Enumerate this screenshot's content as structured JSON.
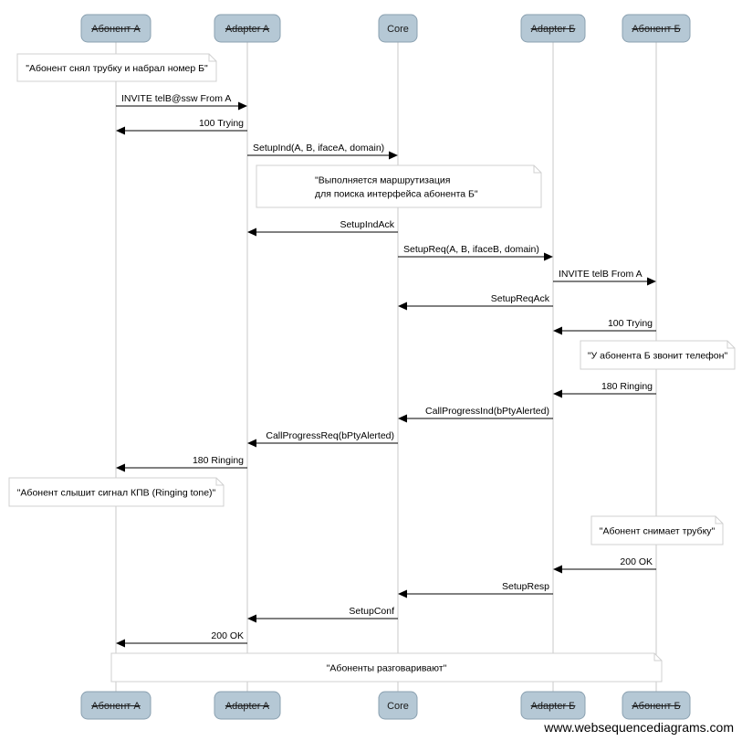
{
  "participants": [
    {
      "id": "abA",
      "label": "Абонент А",
      "strikethrough": true
    },
    {
      "id": "adA",
      "label": "Adapter A",
      "strikethrough": true
    },
    {
      "id": "core",
      "label": "Core",
      "strikethrough": false
    },
    {
      "id": "adB",
      "label": "Adapter Б",
      "strikethrough": true
    },
    {
      "id": "abB",
      "label": "Абонент Б",
      "strikethrough": true
    }
  ],
  "events": [
    {
      "kind": "note",
      "over": [
        "abA"
      ],
      "lines": [
        "\"Абонент снял трубку и набрал номер Б\""
      ]
    },
    {
      "kind": "message",
      "from": "abA",
      "to": "adA",
      "label": "INVITE telB@ssw From A"
    },
    {
      "kind": "message",
      "from": "adA",
      "to": "abA",
      "label": "100 Trying"
    },
    {
      "kind": "message",
      "from": "adA",
      "to": "core",
      "label": "SetupInd(A, B, ifaceA, domain)"
    },
    {
      "kind": "note",
      "over": [
        "adA",
        "adB"
      ],
      "lines": [
        "\"Выполняется маршрутизация",
        "для поиска интерфейса абонента Б\""
      ]
    },
    {
      "kind": "message",
      "from": "core",
      "to": "adA",
      "label": "SetupIndAck"
    },
    {
      "kind": "message",
      "from": "core",
      "to": "adB",
      "label": "SetupReq(A, B, ifaceB, domain)"
    },
    {
      "kind": "message",
      "from": "adB",
      "to": "abB",
      "label": "INVITE telB From A"
    },
    {
      "kind": "message",
      "from": "adB",
      "to": "core",
      "label": "SetupReqAck"
    },
    {
      "kind": "message",
      "from": "abB",
      "to": "adB",
      "label": "100 Trying"
    },
    {
      "kind": "note",
      "over": [
        "abB"
      ],
      "lines": [
        "\"У абонента Б звонит телефон\""
      ]
    },
    {
      "kind": "message",
      "from": "abB",
      "to": "adB",
      "label": "180 Ringing"
    },
    {
      "kind": "message",
      "from": "adB",
      "to": "core",
      "label": "CallProgressInd(bPtyAlerted)"
    },
    {
      "kind": "message",
      "from": "core",
      "to": "adA",
      "label": "CallProgressReq(bPtyAlerted)"
    },
    {
      "kind": "message",
      "from": "adA",
      "to": "abA",
      "label": "180 Ringing"
    },
    {
      "kind": "note",
      "over": [
        "abA"
      ],
      "lines": [
        "\"Абонент слышит сигнал КПВ (Ringing tone)\""
      ]
    },
    {
      "kind": "note",
      "over": [
        "abB"
      ],
      "lines": [
        "\"Абонент снимает трубку\""
      ]
    },
    {
      "kind": "message",
      "from": "abB",
      "to": "adB",
      "label": "200 OK"
    },
    {
      "kind": "message",
      "from": "adB",
      "to": "core",
      "label": "SetupResp"
    },
    {
      "kind": "message",
      "from": "core",
      "to": "adA",
      "label": "SetupConf"
    },
    {
      "kind": "message",
      "from": "adA",
      "to": "abA",
      "label": "200 OK"
    },
    {
      "kind": "note",
      "over": [
        "abA",
        "abB"
      ],
      "lines": [
        "\"Абоненты разговаривают\""
      ]
    }
  ],
  "footer": {
    "watermark": "www.websequencediagrams.com"
  },
  "colors": {
    "participant_fill": "#b5c8d5",
    "participant_border": "#8aa0b0",
    "lifeline": "#c8c8c8",
    "note_border": "#d0d0d0",
    "arrow": "#000000"
  }
}
